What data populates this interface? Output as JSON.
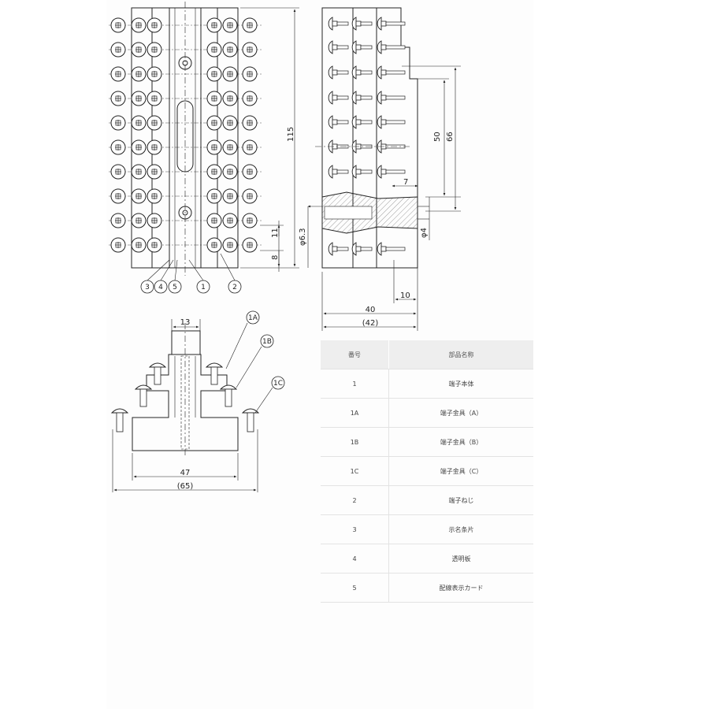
{
  "dimensions": {
    "top_height": "115",
    "pitch": "11",
    "edge": "8",
    "side_50": "50",
    "side_66": "66",
    "side_7": "7",
    "hole_dia": "φ6.3",
    "screw_dia": "φ4",
    "side_10": "10",
    "side_width": "40",
    "side_width_ref": "(42)",
    "front_13": "13",
    "front_47": "47",
    "front_65": "(65)"
  },
  "balloons": [
    "3",
    "4",
    "5",
    "1",
    "2",
    "1A",
    "1B",
    "1C"
  ],
  "parts_table": {
    "headers": [
      "番号",
      "部品名称"
    ],
    "rows": [
      {
        "no": "1",
        "name": "端子本体"
      },
      {
        "no": "1A",
        "name": "端子金具（A）"
      },
      {
        "no": "1B",
        "name": "端子金具（B）"
      },
      {
        "no": "1C",
        "name": "端子金具（C）"
      },
      {
        "no": "2",
        "name": "端子ねじ"
      },
      {
        "no": "3",
        "name": "示名条片"
      },
      {
        "no": "4",
        "name": "透明板"
      },
      {
        "no": "5",
        "name": "配線表示カード"
      }
    ]
  }
}
